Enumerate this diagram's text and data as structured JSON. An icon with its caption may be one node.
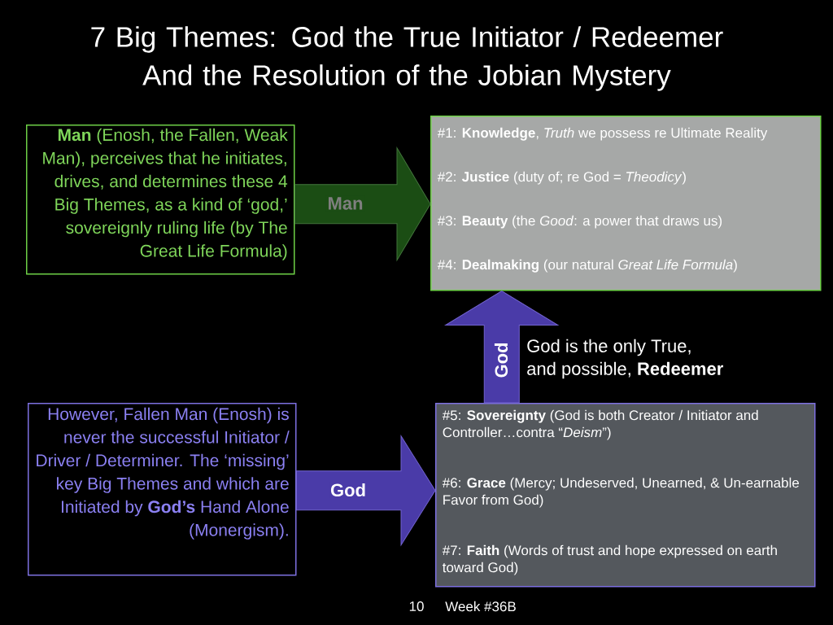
{
  "diagram": {
    "title": "7 Big Themes: God the True Initiator / Redeemer And the Resolution of the Jobian Mystery",
    "nodes": [
      {
        "text": [
          "**Man** (Enosh, the Fallen, Weak Man), perceives that he initiates, drives, and determines these 4 Big Themes, as a kind of ‘god,’ sovereignly ruling life (by The Great Life Formula)"
        ]
      },
      {
        "text": [
          "#1: **Knowledge**, *Truth* we possess re Ultimate Reality",
          "#2: **Justice** (duty of; re God = *Theodicy*)",
          "#3: **Beauty** (the *Good*: a power that draws us)",
          "#4: **Dealmaking** (our natural *Great Life Formula*)"
        ]
      },
      {
        "text": [
          "However, Fallen Man (Enosh) is never the successful Initiator / Driver / Determiner. The ‘missing’ key Big Themes and which are Initiated by **God’s** Hand Alone (Monergism)."
        ]
      },
      {
        "text": [
          "#5: **Sovereignty** (God is both Creator / Initiator and Controller…contra “*Deism*”)",
          "#6: **Grace** (Mercy; Undeserved, Unearned, & Un-earnable Favor from God)",
          "#7: **Faith** (Words of trust and hope expressed on earth toward God)"
        ]
      }
    ],
    "edges": [
      {
        "from": 0,
        "to": 1,
        "arrow": "to",
        "label": "Man",
        "color": "#1b4d14"
      },
      {
        "from": 3,
        "to": 1,
        "arrow": "to",
        "label": "God"
      },
      {
        "from": 2,
        "to": 3,
        "arrow": "to",
        "label": "God"
      }
    ],
    "labels": [
      "God is the only True,",
      "and possible, **Redeemer**",
      "10",
      "Week #36B"
    ]
  }
}
